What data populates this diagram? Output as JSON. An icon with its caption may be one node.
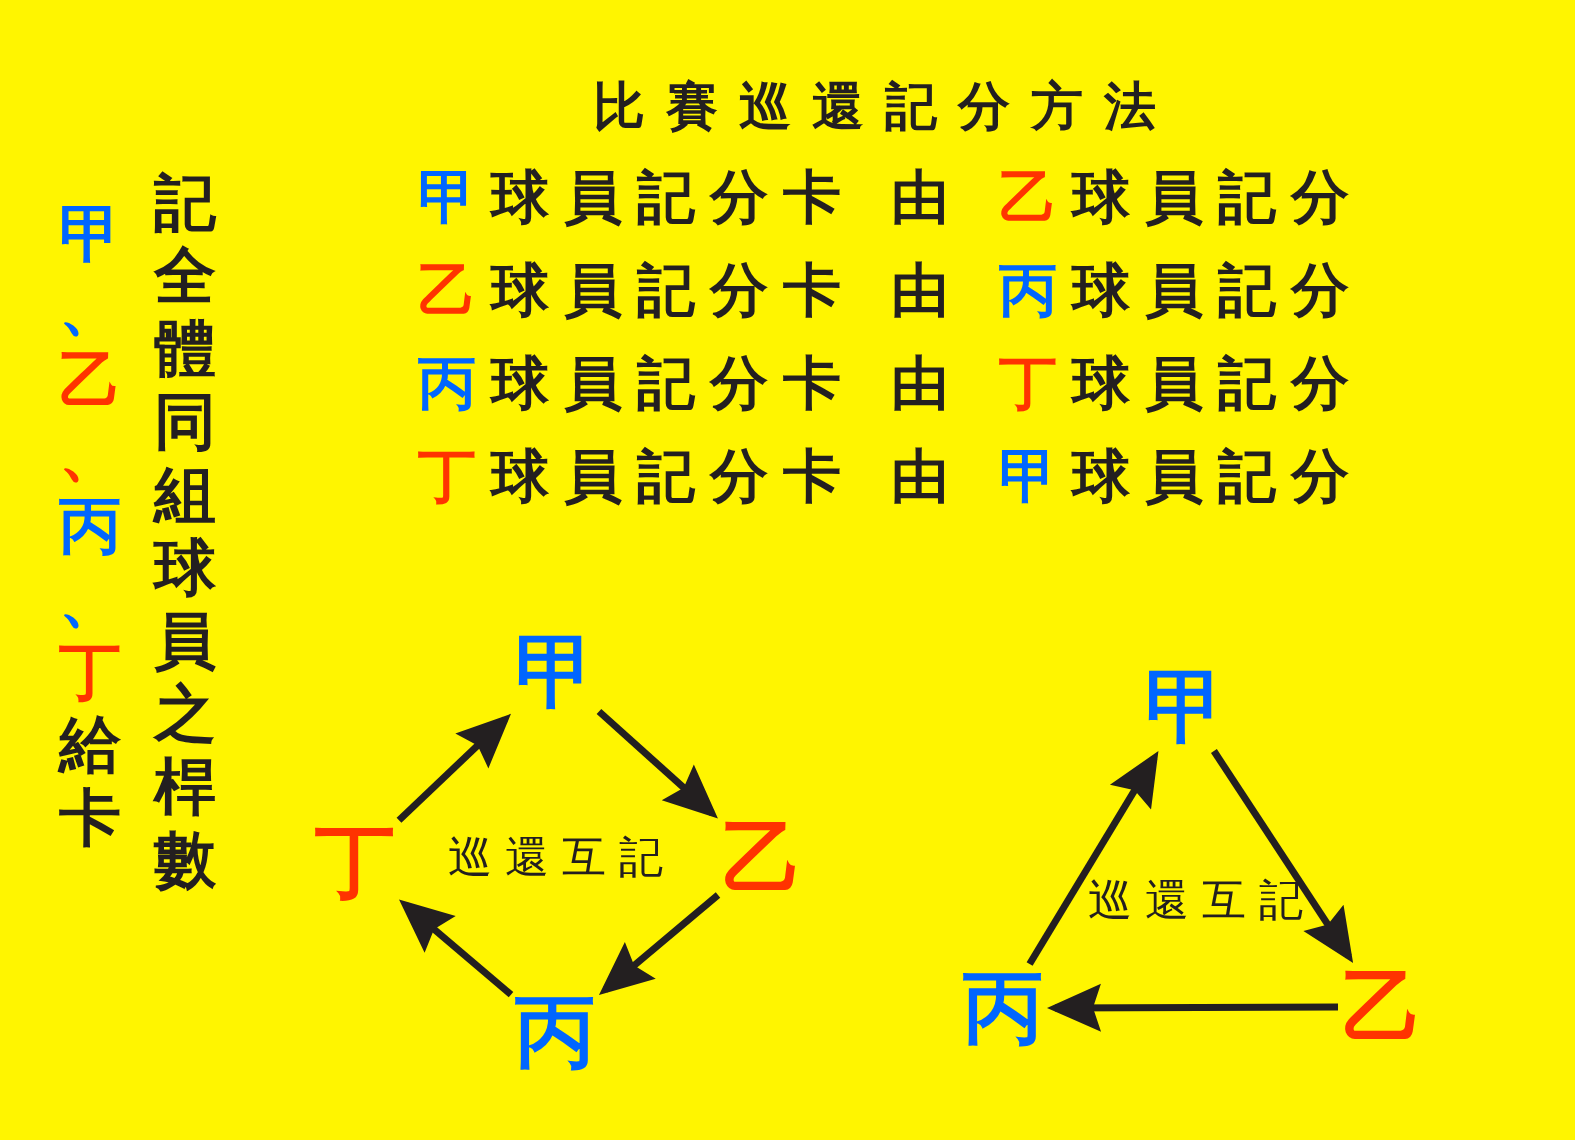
{
  "diagram": {
    "title": "比賽巡還記分方法",
    "nodes": [
      {
        "text": [
          "甲"
        ]
      },
      {
        "text": [
          "丁"
        ]
      },
      {
        "text": [
          "乙"
        ]
      },
      {
        "text": [
          "丙"
        ]
      },
      {
        "text": [
          "甲"
        ]
      },
      {
        "text": [
          "丙"
        ]
      },
      {
        "text": [
          "乙"
        ]
      }
    ],
    "edges": [
      {
        "from": 1,
        "to": 0,
        "arrow": "to"
      },
      {
        "from": 0,
        "to": 2,
        "arrow": "to"
      },
      {
        "from": 2,
        "to": 3,
        "arrow": "to"
      },
      {
        "from": 3,
        "to": 1,
        "arrow": "to"
      },
      {
        "from": 5,
        "to": 4,
        "arrow": "to"
      },
      {
        "from": 4,
        "to": 6,
        "arrow": "to"
      },
      {
        "from": 6,
        "to": 5,
        "arrow": "to"
      }
    ],
    "labels": [
      "記全體同組球員之桿數",
      "甲、乙、丙、丁給卡",
      "甲球員記分卡 由 乙球員記分",
      "乙球員記分卡 由 丙球員記分",
      "丙球員記分卡 由 丁球員記分",
      "丁球員記分卡 由 甲球員記分",
      "巡還互記",
      "巡還互記"
    ]
  }
}
